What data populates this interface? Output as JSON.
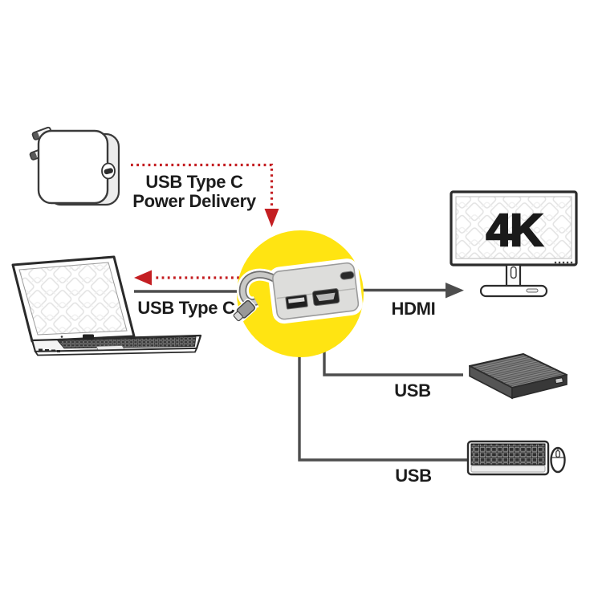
{
  "labels": {
    "power_line1": "USB Type C",
    "power_line2": "Power Delivery",
    "laptop": "USB Type C",
    "monitor": "HDMI",
    "storage": "USB",
    "peripherals": "USB",
    "monitor_badge": "4K"
  },
  "devices": [
    {
      "name": "usb-c-power-adapter",
      "connection_label": "USB Type C Power Delivery",
      "connection_style": "red-dotted-arrow"
    },
    {
      "name": "laptop",
      "connection_label": "USB Type C",
      "connection_style": "red-dotted-arrow"
    },
    {
      "name": "4k-monitor",
      "connection_label": "HDMI",
      "connection_style": "gray-solid-arrow"
    },
    {
      "name": "external-hard-drive",
      "connection_label": "USB",
      "connection_style": "gray-solid-line"
    },
    {
      "name": "keyboard-and-mouse",
      "connection_label": "USB",
      "connection_style": "gray-solid-line"
    }
  ],
  "colors": {
    "circle_yellow": "#FFE412",
    "arrow_red": "#C41E22",
    "line_gray": "#4D4D4D",
    "text_black": "#1C1C1C"
  }
}
